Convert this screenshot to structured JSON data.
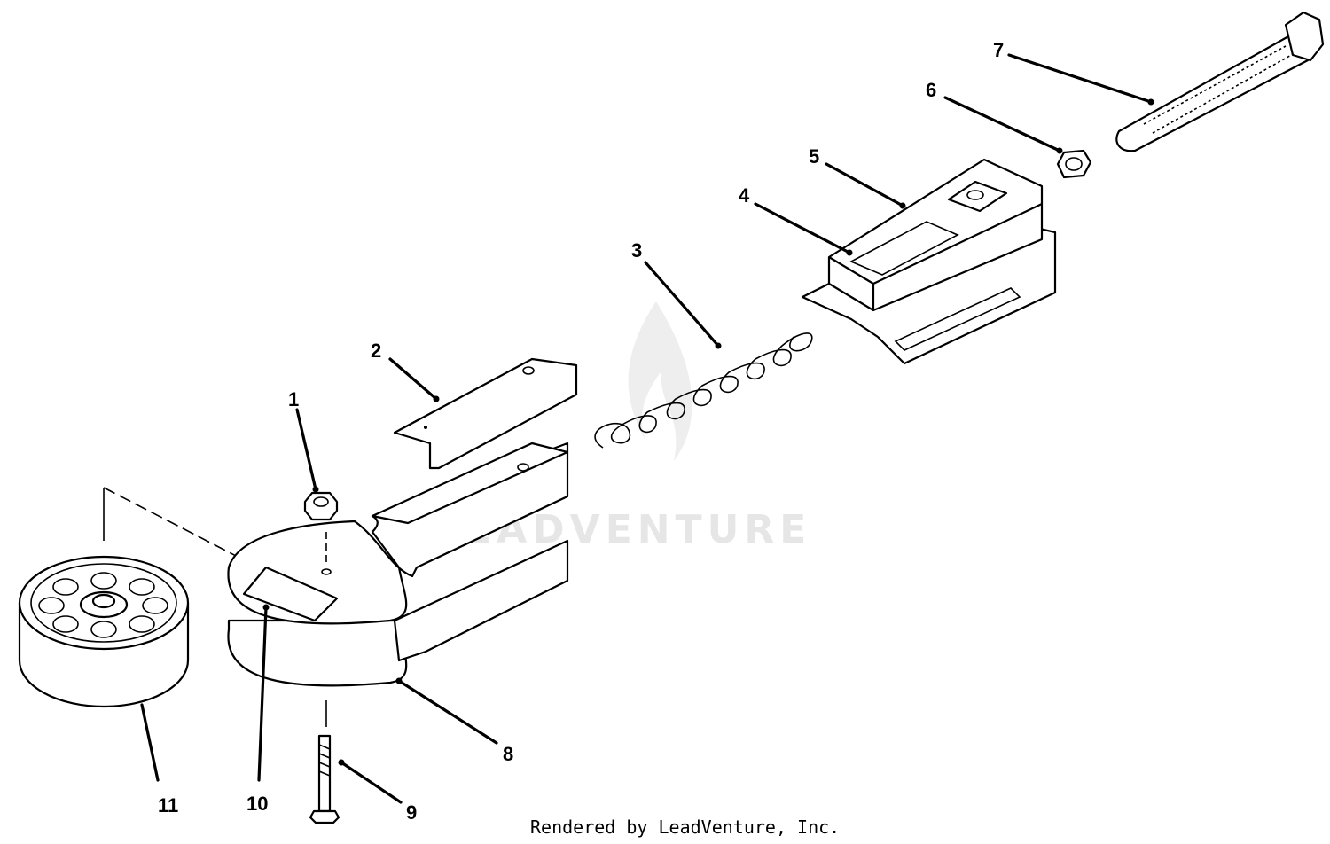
{
  "watermark": {
    "text": "LEADVENTURE"
  },
  "credit": "Rendered by LeadVenture, Inc.",
  "callouts": [
    {
      "id": 1,
      "label": "1"
    },
    {
      "id": 2,
      "label": "2"
    },
    {
      "id": 3,
      "label": "3"
    },
    {
      "id": 4,
      "label": "4"
    },
    {
      "id": 5,
      "label": "5"
    },
    {
      "id": 6,
      "label": "6"
    },
    {
      "id": 7,
      "label": "7"
    },
    {
      "id": 8,
      "label": "8"
    },
    {
      "id": 9,
      "label": "9"
    },
    {
      "id": 10,
      "label": "10"
    },
    {
      "id": 11,
      "label": "11"
    }
  ]
}
